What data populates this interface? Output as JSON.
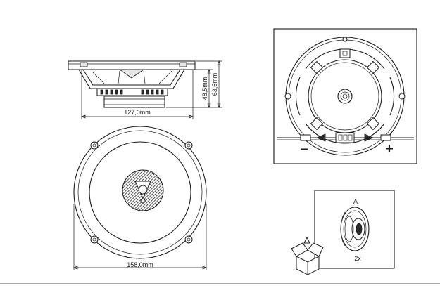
{
  "dimensions": {
    "depth_label": "48,5mm",
    "total_height_label": "63,5mm",
    "width_label": "127,0mm",
    "outer_diameter_label": "158,0mm"
  },
  "wiring": {
    "negative_label": "–",
    "positive_label": "+"
  },
  "package": {
    "item_label": "A",
    "quantity_label": "2x"
  }
}
